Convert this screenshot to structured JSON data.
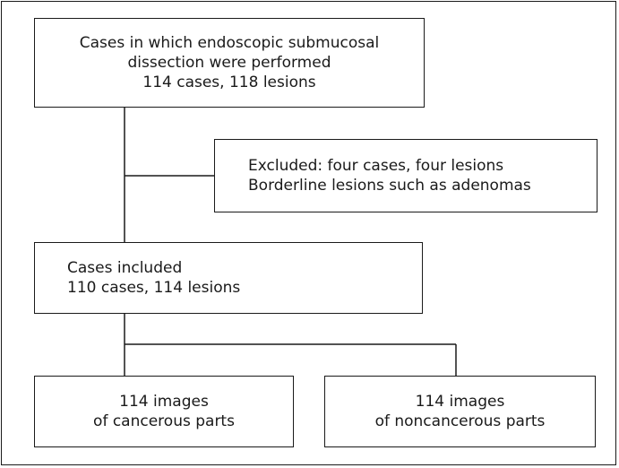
{
  "boxes": {
    "screened": {
      "lines": [
        "Cases in which endoscopic submucosal",
        "dissection were performed",
        "114 cases, 118 lesions"
      ]
    },
    "excluded": {
      "lines": [
        "Excluded: four cases, four lesions",
        "Borderline lesions such as adenomas"
      ]
    },
    "included": {
      "lines": [
        "Cases included",
        "110 cases, 114 lesions"
      ]
    },
    "cancerous": {
      "lines": [
        "114 images",
        "of cancerous parts"
      ]
    },
    "noncancerous": {
      "lines": [
        "114 images",
        "of noncancerous parts"
      ]
    }
  }
}
